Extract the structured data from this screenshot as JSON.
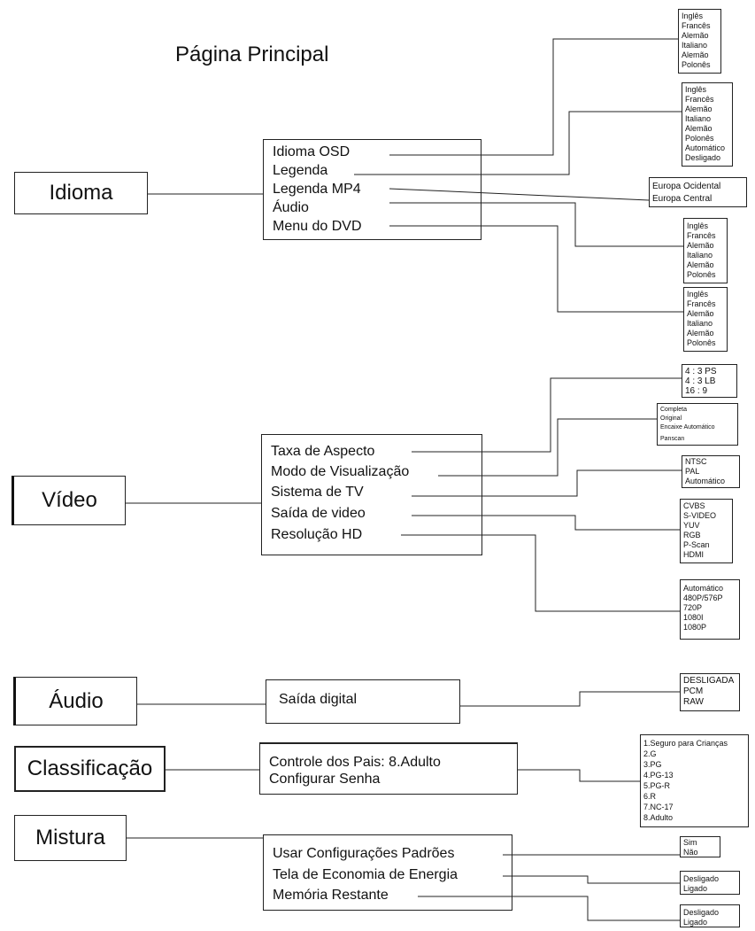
{
  "title": "Página Principal",
  "idioma": {
    "label": "Idioma",
    "items": [
      "Idioma OSD",
      "Legenda",
      "Legenda MP4",
      "Áudio",
      "Menu do DVD"
    ],
    "osd_options": [
      "Inglês",
      "Francês",
      "Alemão",
      "Italiano",
      "Alemão",
      "Polonês"
    ],
    "legenda_options": [
      "Inglês",
      "Francês",
      "Alemão",
      "Italiano",
      "Alemão",
      "Polonês",
      "Automático",
      "Desligado"
    ],
    "mp4_options": [
      "Europa Ocidental",
      "Europa Central"
    ],
    "audio_options": [
      "Inglês",
      "Francês",
      "Alemão",
      "Italiano",
      "Alemão",
      "Polonês"
    ],
    "dvd_options": [
      "Inglês",
      "Francês",
      "Alemão",
      "Italiano",
      "Alemão",
      "Polonês"
    ]
  },
  "video": {
    "label": "Vídeo",
    "items": [
      "Taxa de Aspecto",
      "Modo de Visualização",
      "Sistema de TV",
      "Saída de video",
      "Resolução HD"
    ],
    "aspect_options": [
      "4 : 3  PS",
      "4 : 3  LB",
      "16 : 9"
    ],
    "view_options": [
      "Completa",
      "Original",
      "Encaixe Automático",
      "Panscan"
    ],
    "tv_options": [
      "NTSC",
      "PAL",
      "Automático"
    ],
    "output_options": [
      "CVBS",
      "S-VIDEO",
      "YUV",
      "RGB",
      "P-Scan",
      "HDMI"
    ],
    "hd_options": [
      "Automático",
      "480P/576P",
      "720P",
      "1080I",
      "1080P"
    ]
  },
  "audio": {
    "label": "Áudio",
    "items": [
      "Saída digital"
    ],
    "digital_options": [
      "DESLIGADA",
      "PCM",
      "RAW"
    ]
  },
  "classificacao": {
    "label": "Classificação",
    "items": [
      "Controle dos Pais: 8.Adulto",
      "Configurar Senha"
    ],
    "parental_options": [
      "1.Seguro para Crianças",
      "2.G",
      "3.PG",
      "4.PG-13",
      "5.PG-R",
      "6.R",
      "7.NC-17",
      "8.Adulto"
    ]
  },
  "mistura": {
    "label": "Mistura",
    "items": [
      "Usar Configurações Padrões",
      "Tela de Economia de Energia",
      "Memória Restante"
    ],
    "default_options": [
      "Sim",
      "Não"
    ],
    "energy_options": [
      "Desligado",
      "Ligado"
    ],
    "memory_options": [
      "Desligado",
      "Ligado"
    ]
  }
}
